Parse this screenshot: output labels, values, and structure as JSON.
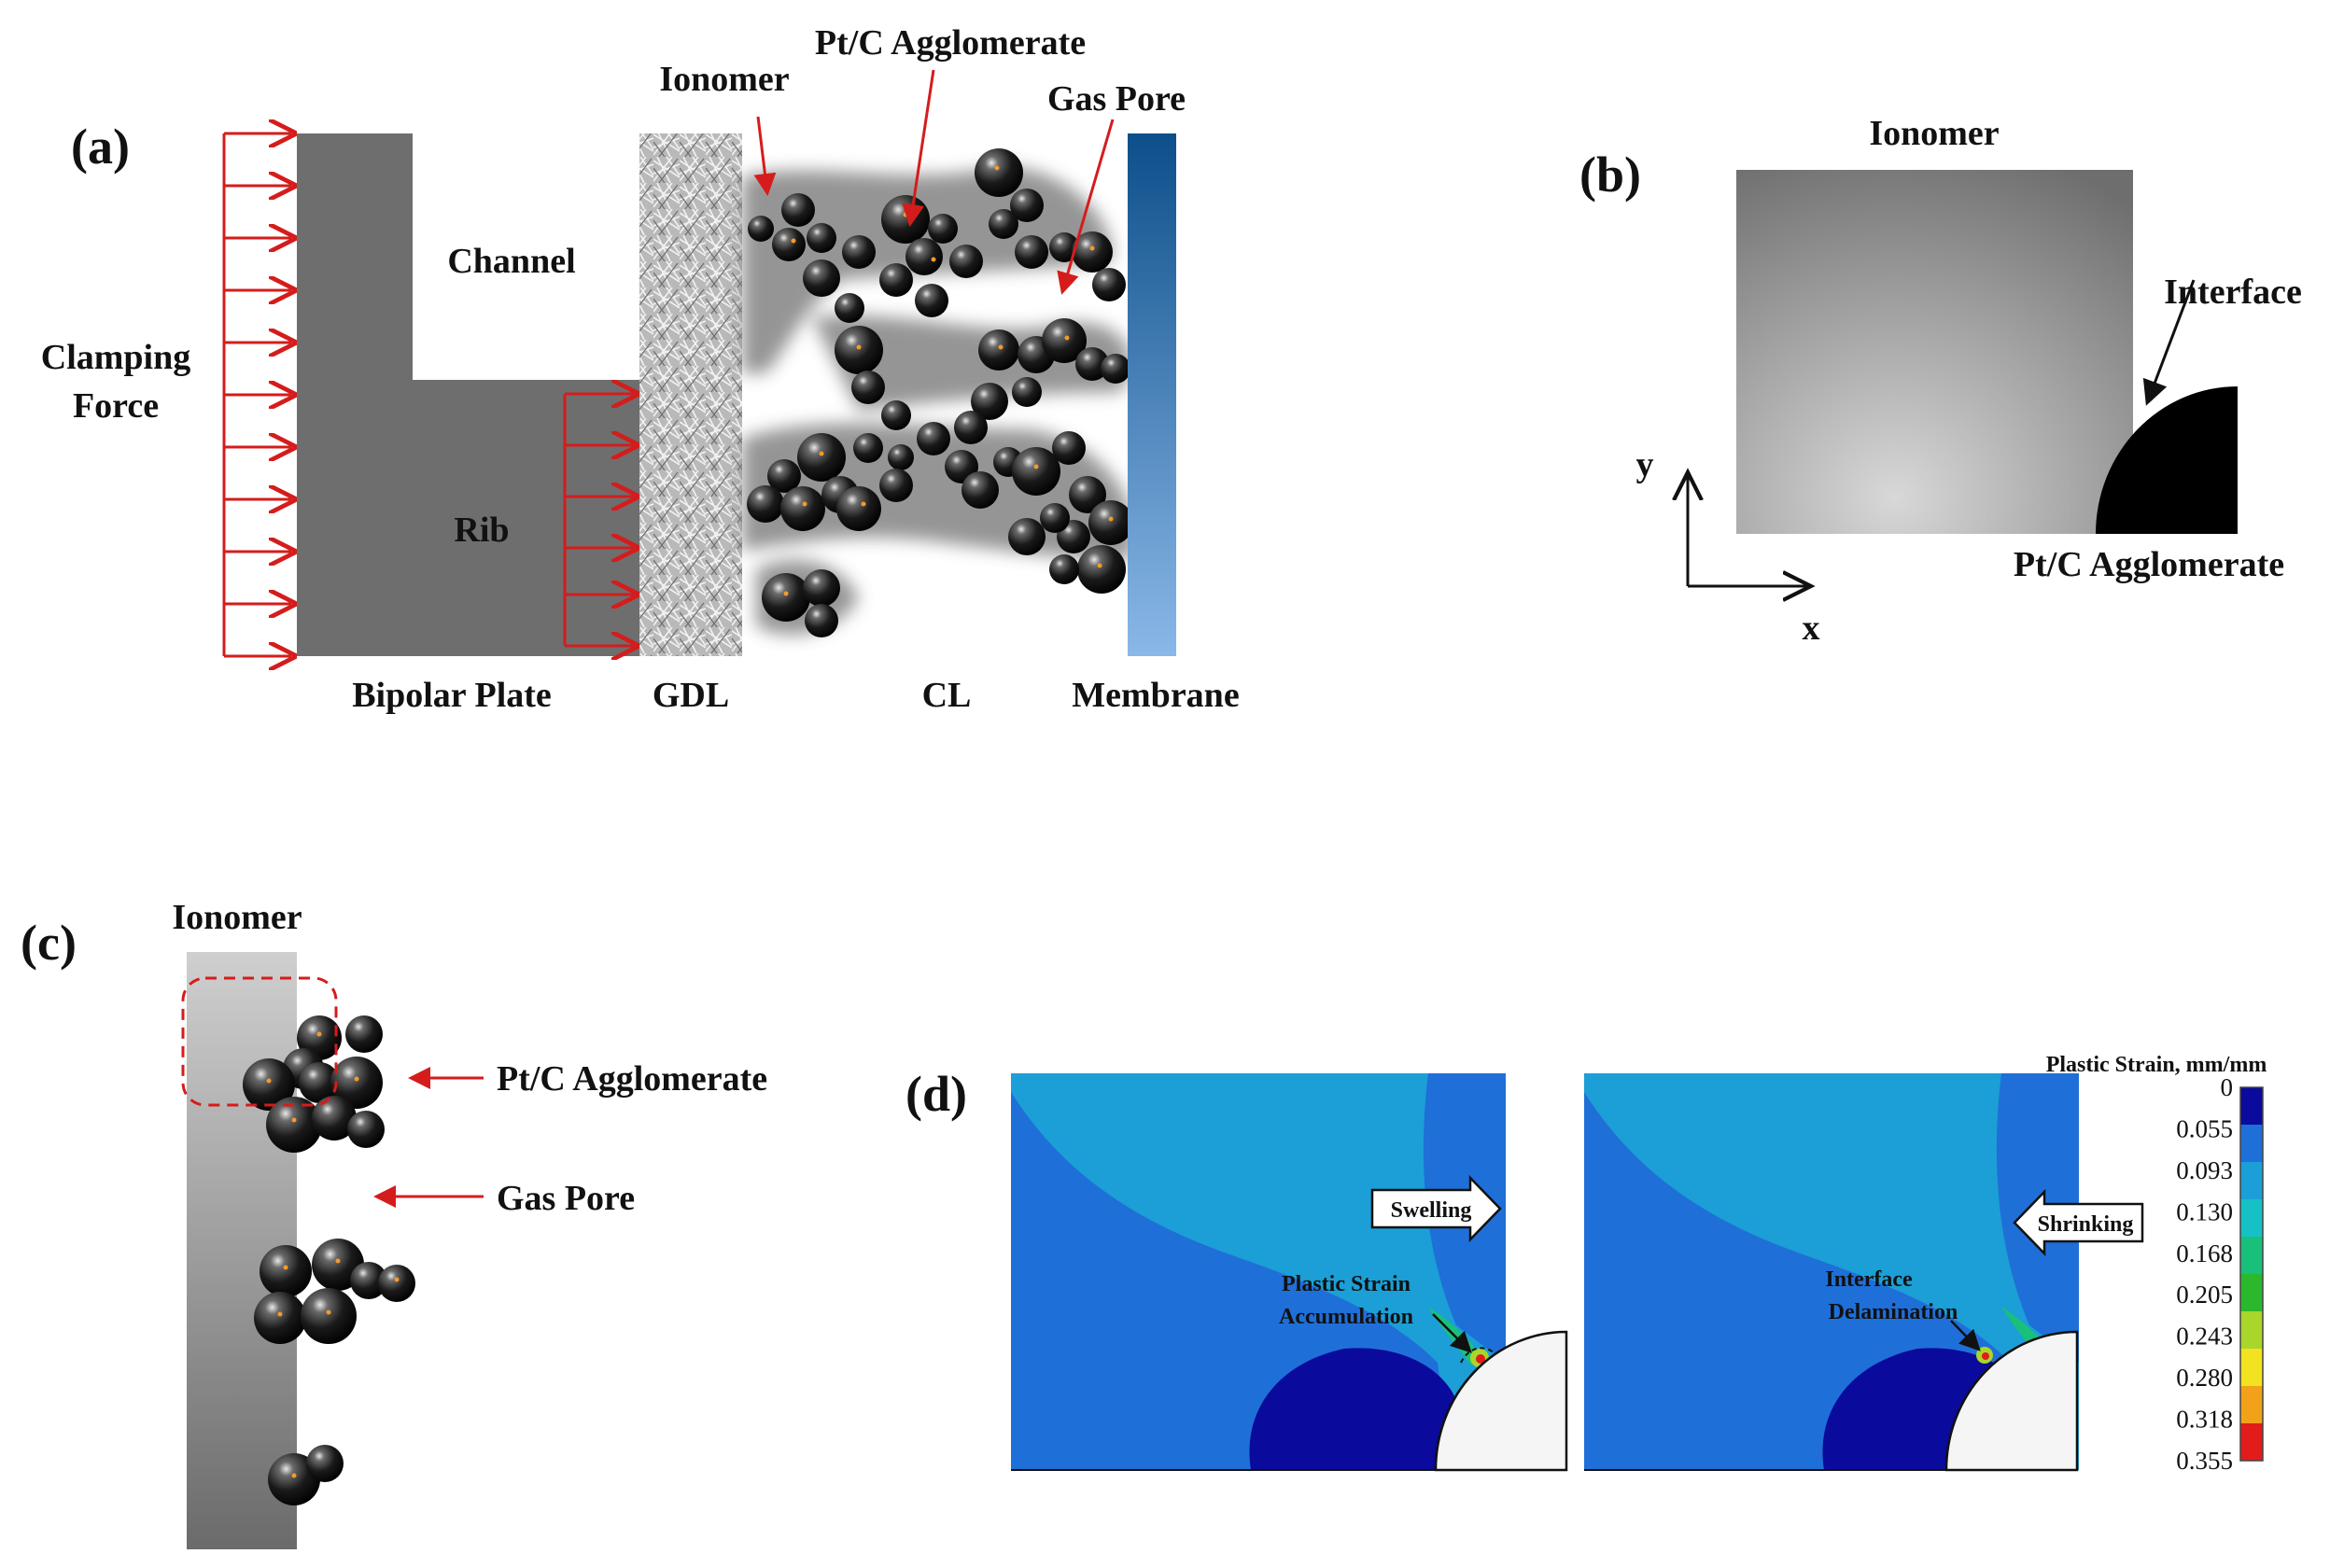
{
  "panel_a": {
    "tag": "(a)",
    "clamping_force": [
      "Clamping",
      "Force"
    ],
    "channel": "Channel",
    "rib": "Rib",
    "ionomer": "Ionomer",
    "agglomerate": "Pt/C Agglomerate",
    "gas_pore": "Gas Pore",
    "bipolar_plate": "Bipolar Plate",
    "gdl": "GDL",
    "cl": "CL",
    "membrane": "Membrane"
  },
  "panel_b": {
    "tag": "(b)",
    "ionomer": "Ionomer",
    "interface": "Interface",
    "agglomerate": "Pt/C Agglomerate",
    "axis_y": "y",
    "axis_x": "x"
  },
  "panel_c": {
    "tag": "(c)",
    "ionomer": "Ionomer",
    "agglomerate": "Pt/C Agglomerate",
    "gas_pore": "Gas Pore"
  },
  "panel_d": {
    "tag": "(d)",
    "swelling": "Swelling",
    "shrinking": "Shrinking",
    "annotation_left": [
      "Plastic Strain",
      "Accumulation"
    ],
    "annotation_right": [
      "Interface",
      "Delamination"
    ],
    "legend_title": "Plastic Strain, mm/mm",
    "legend_values": [
      "0",
      "0.055",
      "0.093",
      "0.130",
      "0.168",
      "0.205",
      "0.243",
      "0.280",
      "0.318",
      "0.355"
    ],
    "legend_colors": [
      "#0a0a9c",
      "#1f6fd8",
      "#1b9fd6",
      "#16c1c6",
      "#19c07a",
      "#2cb82c",
      "#a8d62a",
      "#f2e21f",
      "#f2a11a",
      "#e21b1b"
    ]
  },
  "colors": {
    "arrow_red": "#d51c1c",
    "plate_gray": "#6e6e6e",
    "contour_dark": "#0a0a9c",
    "contour_mid": "#1f6fd8",
    "contour_light": "#1b9fd6"
  }
}
